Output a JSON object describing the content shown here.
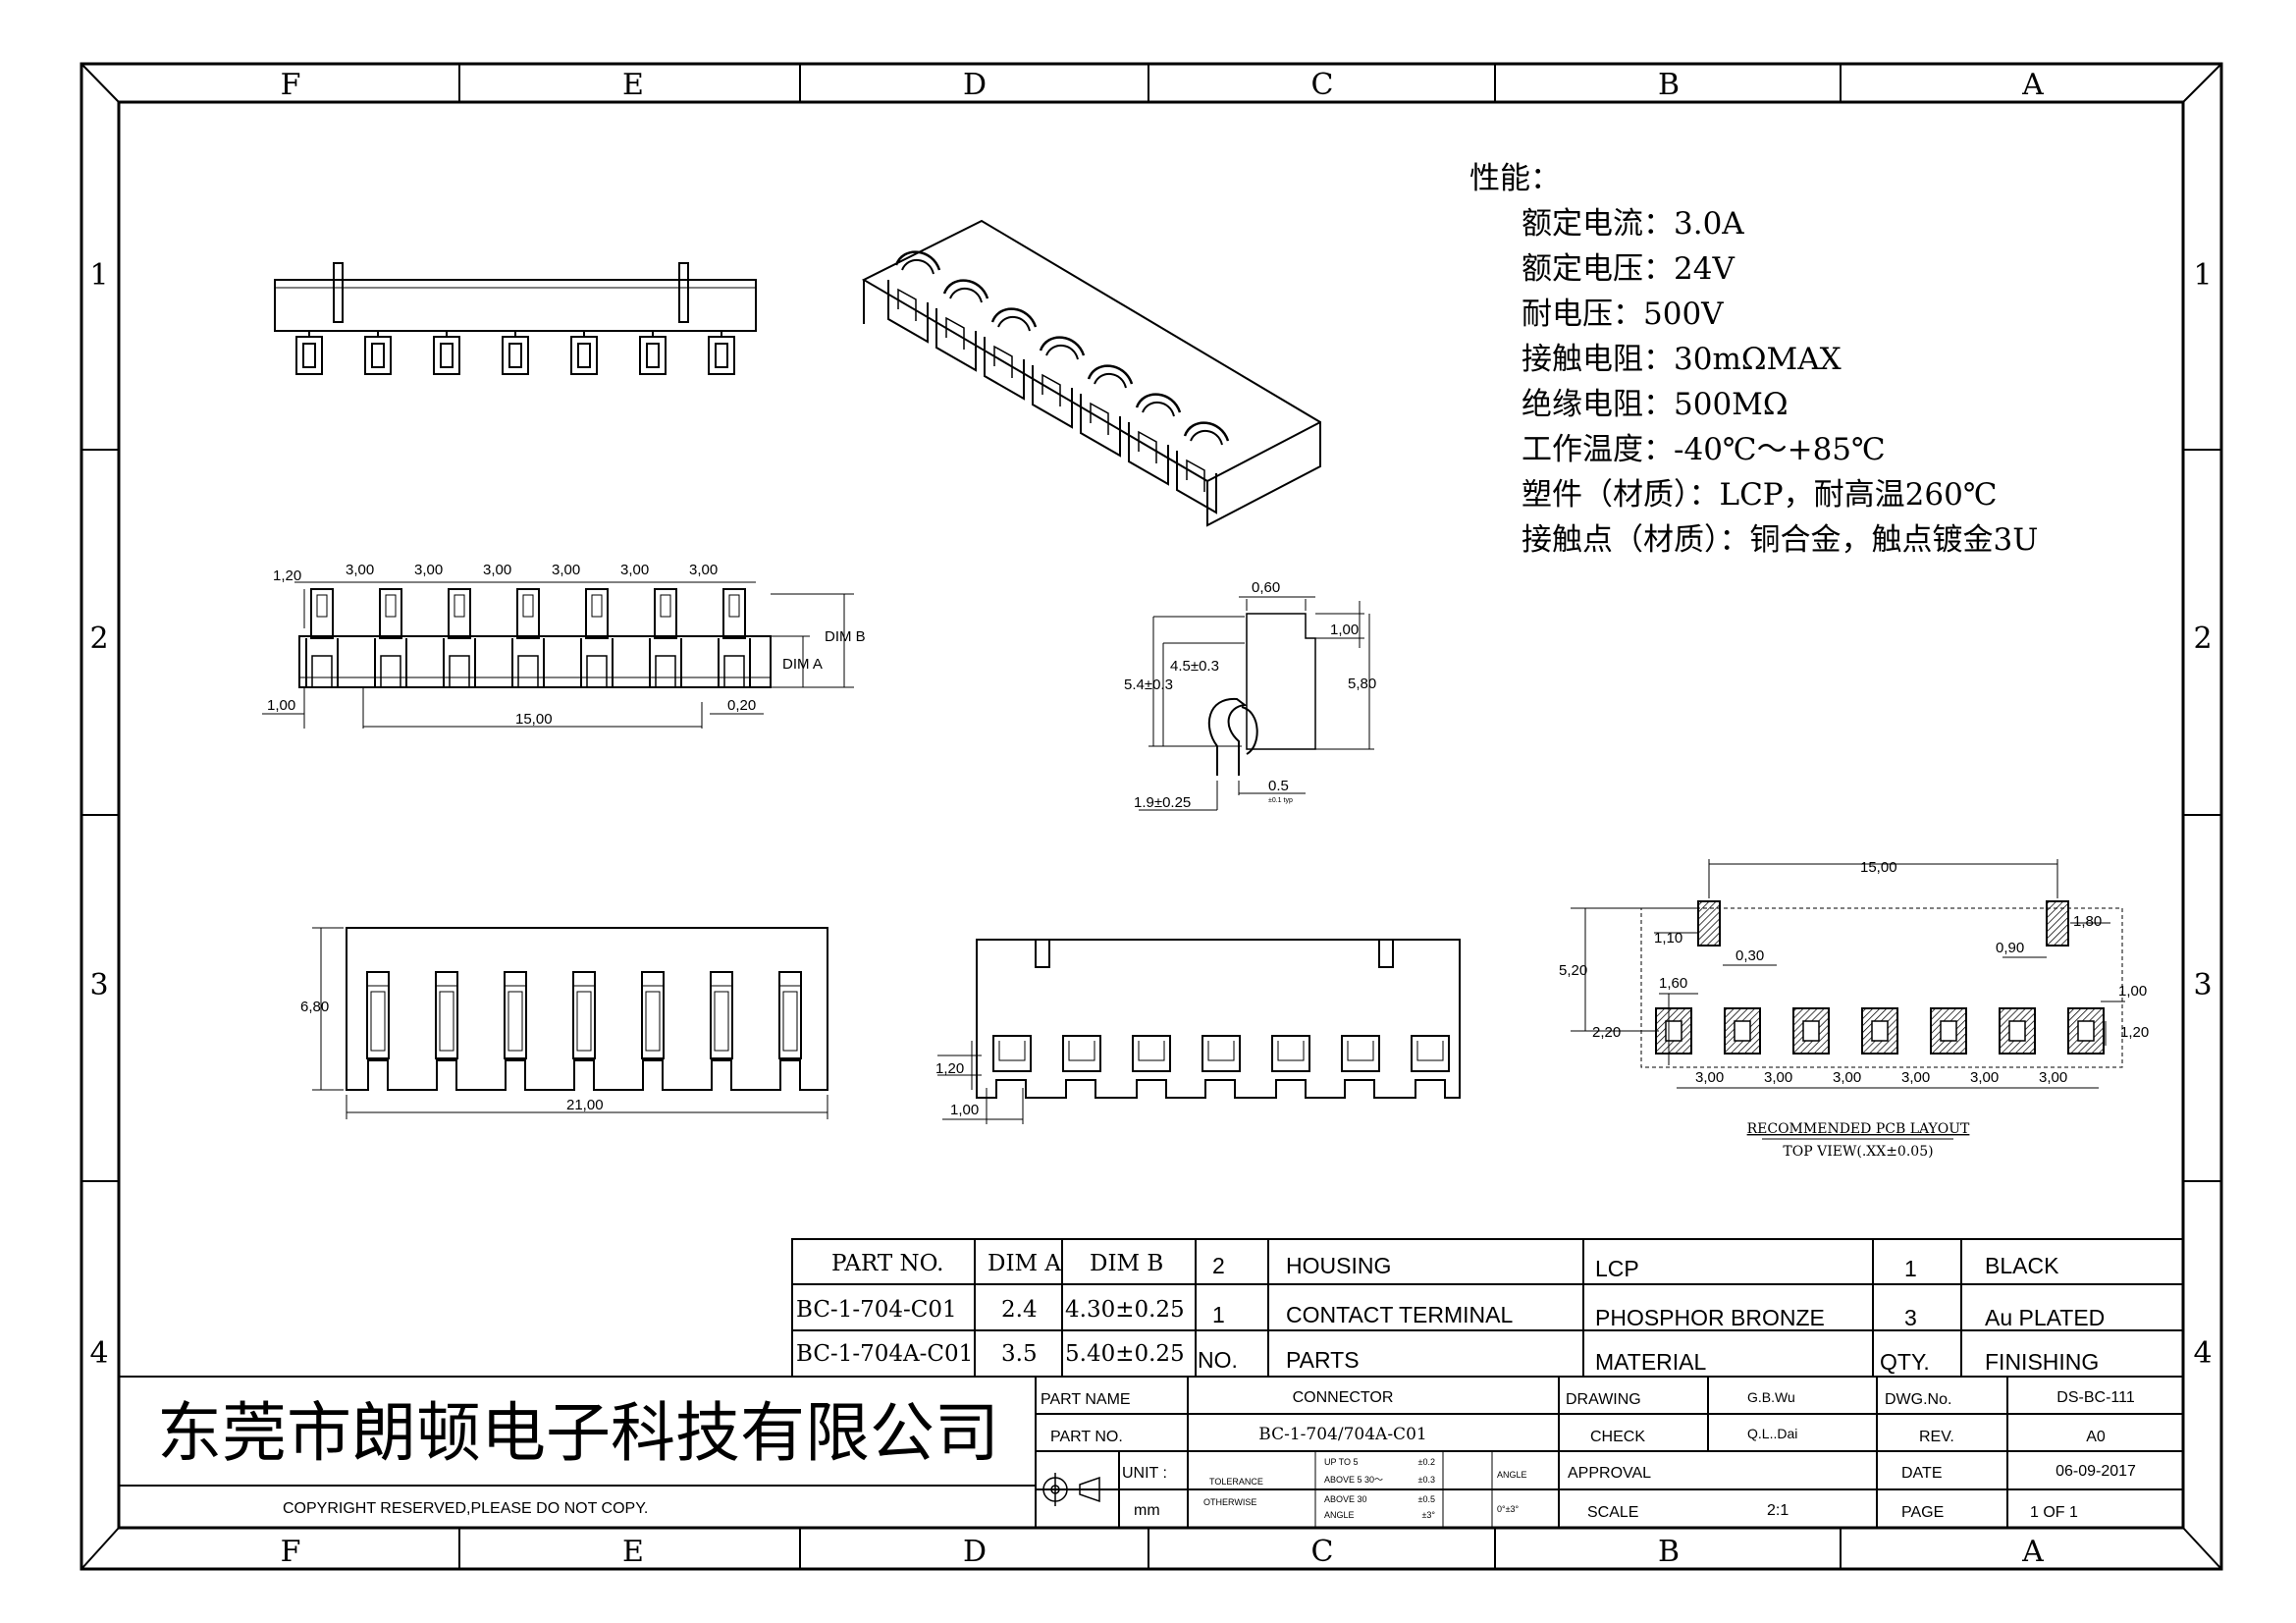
{
  "border": {
    "columns": [
      "F",
      "E",
      "D",
      "C",
      "B",
      "A"
    ],
    "rows": [
      "1",
      "2",
      "3",
      "4"
    ]
  },
  "specs": {
    "title": "性能：",
    "lines": [
      "额定电流：3.0A",
      "额定电压：24V",
      "耐电压：500V",
      "接触电阻：30mΩMAX",
      "绝缘电阻：500MΩ",
      "工作温度：-40℃～+85℃",
      "塑件（材质）：LCP，耐高温260℃",
      "接触点（材质）：铜合金，触点镀金3U"
    ]
  },
  "front_view": {
    "pitch_dims": [
      "1,20",
      "3,00",
      "3,00",
      "3,00",
      "3,00",
      "3,00",
      "3,00"
    ],
    "dim_b": "DIM B",
    "dim_a": "DIM A",
    "left_offset": "1,00",
    "span": "15,00",
    "right_offset": "0,20"
  },
  "side_view": {
    "top": "0,60",
    "step": "1,00",
    "contact_h": "4.5±0.3",
    "contact_total": "5.4±0.3",
    "height": "5,80",
    "gap": "0.5",
    "gap_note": "±0.1 typ",
    "bottom": "1.9±0.25"
  },
  "bottom_view": {
    "height": "6,80",
    "length": "21,00"
  },
  "rear_view": {
    "h": "1,20",
    "w": "1,00"
  },
  "pcb": {
    "span": "15,00",
    "peg_w": "1,10",
    "peg_h": "1,80",
    "peg_gap_l": "0,30",
    "peg_gap_r": "0,90",
    "depth": "5,20",
    "pad_w": "1,60",
    "pad_h": "2,20",
    "pad_off": "1,00",
    "pad_h2": "1,20",
    "pitches": [
      "3,00",
      "3,00",
      "3,00",
      "3,00",
      "3,00",
      "3,00"
    ],
    "caption1": "RECOMMENDED PCB LAYOUT",
    "caption2": "TOP VIEW(.XX±0.05)"
  },
  "parts_table": {
    "header": [
      "PART NO.",
      "DIM A",
      "DIM B"
    ],
    "rows": [
      [
        "BC-1-704-C01",
        "2.4",
        "4.30±0.25"
      ],
      [
        "BC-1-704A-C01",
        "3.5",
        "5.40±0.25"
      ]
    ]
  },
  "bom": {
    "rows": [
      [
        "2",
        "HOUSING",
        "LCP",
        "1",
        "BLACK"
      ],
      [
        "1",
        "CONTACT TERMINAL",
        "PHOSPHOR BRONZE",
        "3",
        "Au PLATED"
      ],
      [
        "NO.",
        "PARTS",
        "MATERIAL",
        "QTY.",
        "FINISHING"
      ]
    ]
  },
  "titleblock": {
    "company": "东莞市朗顿电子科技有限公司",
    "copyright": "COPYRIGHT RESERVED,PLEASE DO NOT COPY.",
    "part_name_label": "PART NAME",
    "part_name": "CONNECTOR",
    "part_no_label": "PART NO.",
    "part_no": "BC-1-704/704A-C01",
    "unit_label": "UNIT :",
    "unit": "mm",
    "tolerance": "TOLERANCE",
    "otherwise": "OTHERWISE",
    "tol_rows": [
      [
        "UP TO 5",
        "±0.2"
      ],
      [
        "ABOVE 5 30～",
        "±0.3"
      ],
      [
        "ABOVE 30",
        "±0.5"
      ],
      [
        "ANGLE",
        "±3°"
      ]
    ],
    "angle_label": "ANGLE",
    "angle_val": "0°±3°",
    "drawing_label": "DRAWING",
    "drawing": "G.B.Wu",
    "check_label": "CHECK",
    "check": "Q.L..Dai",
    "approval_label": "APPROVAL",
    "scale_label": "SCALE",
    "scale": "2:1",
    "dwg_label": "DWG.No.",
    "dwg": "DS-BC-111",
    "rev_label": "REV.",
    "rev": "A0",
    "date_label": "DATE",
    "date": "06-09-2017",
    "page_label": "PAGE",
    "page": "1 OF 1"
  }
}
